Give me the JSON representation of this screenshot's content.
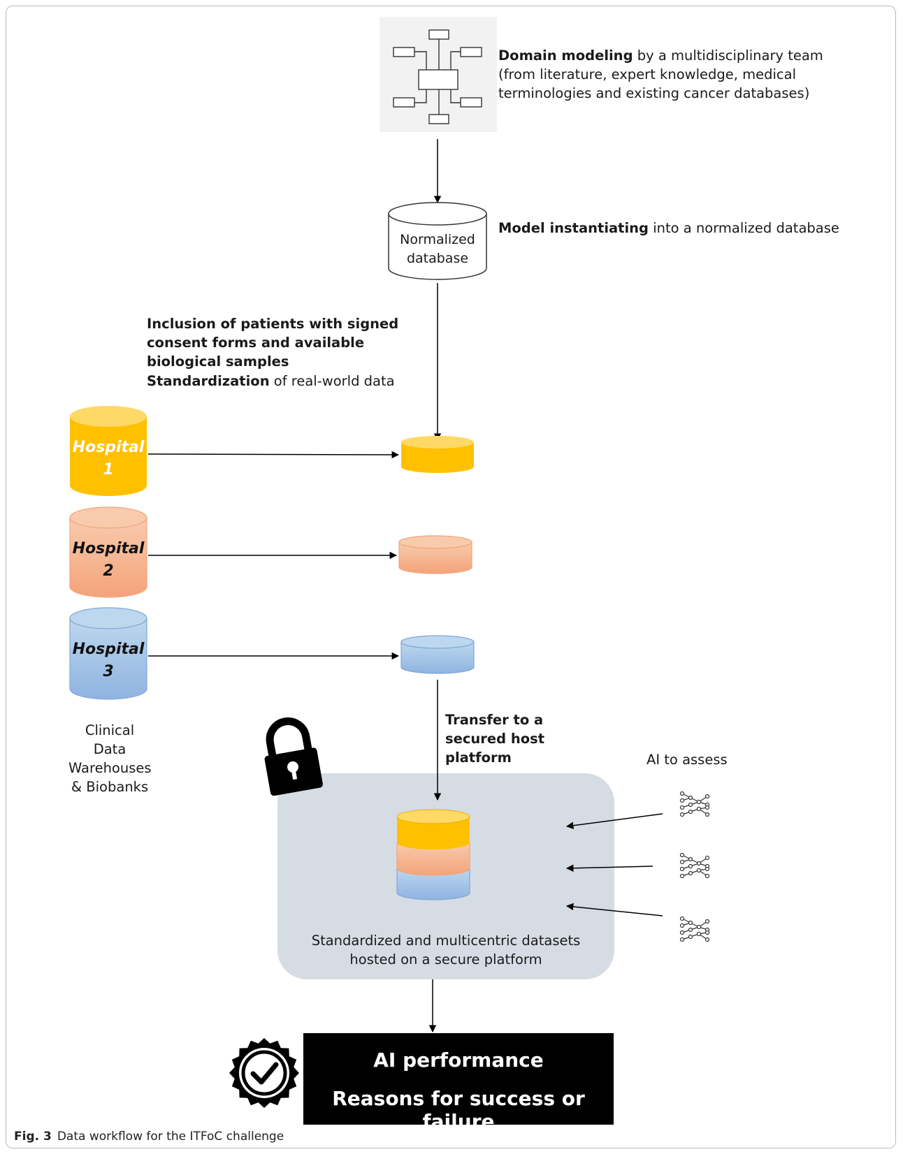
{
  "domain_step": {
    "bold": "Domain modeling",
    "text": " by a multidisciplinary team (from literature, expert knowledge, medical terminologies and existing cancer databases)"
  },
  "model_step": {
    "bold": "Model instantiating",
    "text": " into a normalized database",
    "db_line1": "Normalized",
    "db_line2": "database"
  },
  "inclusion_text": "Inclusion of patients with signed consent forms and available biological samples",
  "standardization_step": {
    "bold": "Standardization",
    "text": " of real-world data"
  },
  "hospitals": [
    {
      "line1": "Hospital",
      "line2": "1",
      "color": "#FFC000",
      "text_color": "#ffffff"
    },
    {
      "line1": "Hospital",
      "line2": "2",
      "color": "#F4B183",
      "text_color": "#111111"
    },
    {
      "line1": "Hospital",
      "line2": "3",
      "color": "#9DC3E6",
      "text_color": "#111111"
    }
  ],
  "warehouses_label": "Clinical Data Warehouses & Biobanks",
  "transfer_text": "Transfer to a secured host platform",
  "ai_assess_label": "AI to assess",
  "platform_label": "Standardized and multicentric datasets hosted on a secure platform",
  "platform_bg": "#D6DCE4",
  "result_box": {
    "line1": "AI performance",
    "line2": "Reasons for success or failure"
  },
  "icons": [
    "domain-model-diagram-icon",
    "lock-icon",
    "neural-network-icon",
    "check-badge-icon"
  ],
  "caption": {
    "label": "Fig. 3",
    "text": "Data workflow for the ITFoC challenge"
  }
}
